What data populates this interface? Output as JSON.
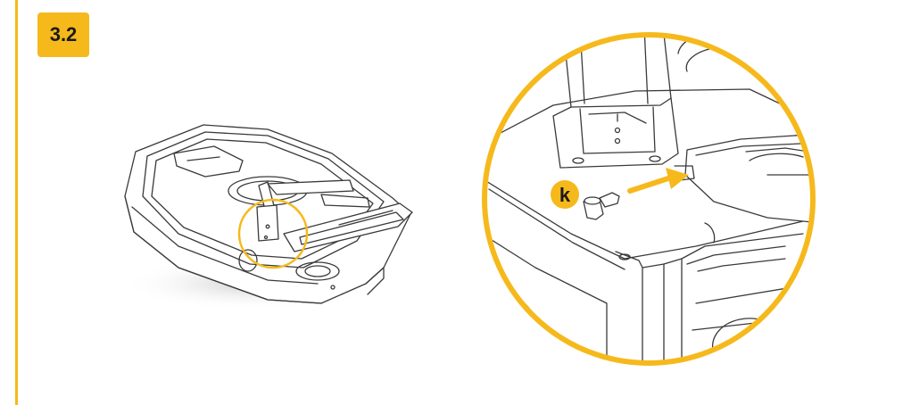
{
  "step": {
    "label": "3.2"
  },
  "callout": {
    "letter": "k"
  },
  "colors": {
    "accent": "#F6B91C",
    "line": "#3a3a3a",
    "shadow": "#d6d6d6"
  },
  "icons": {
    "overview": "device-underside-illustration",
    "detail": "zoom-detail-illustration",
    "arrow": "insert-arrow-icon",
    "part": "knob-part-icon"
  }
}
